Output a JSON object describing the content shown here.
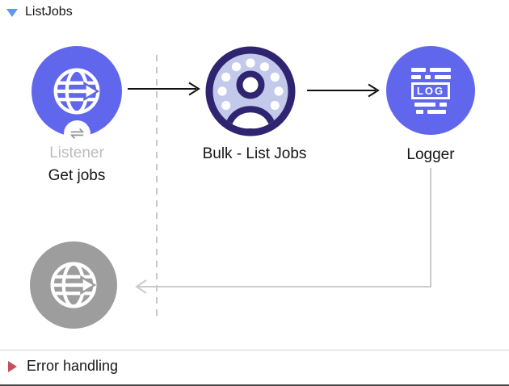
{
  "header": {
    "title": "ListJobs"
  },
  "flow": {
    "nodes": [
      {
        "id": "listener",
        "type": "http-listener",
        "label": "Listener",
        "sublabel": "Get jobs"
      },
      {
        "id": "bulk",
        "type": "salesforce-bulk",
        "label": "Bulk - List Jobs"
      },
      {
        "id": "logger",
        "type": "logger",
        "label": "Logger",
        "icon_text": "LOG"
      },
      {
        "id": "response",
        "type": "http-response",
        "label": ""
      }
    ]
  },
  "error_handling": {
    "title": "Error handling"
  },
  "icons": {
    "listener_badge": "⇌"
  },
  "colors": {
    "node_purple": "#6167ec",
    "node_gray": "#9d9d9d",
    "bulk_ring": "#2e2470",
    "bulk_fill": "#c3c9ea",
    "header_triangle": "#5e97f2",
    "error_triangle": "#c44f5e",
    "connector_black": "#111111",
    "connector_gray": "#cbcbcb"
  }
}
